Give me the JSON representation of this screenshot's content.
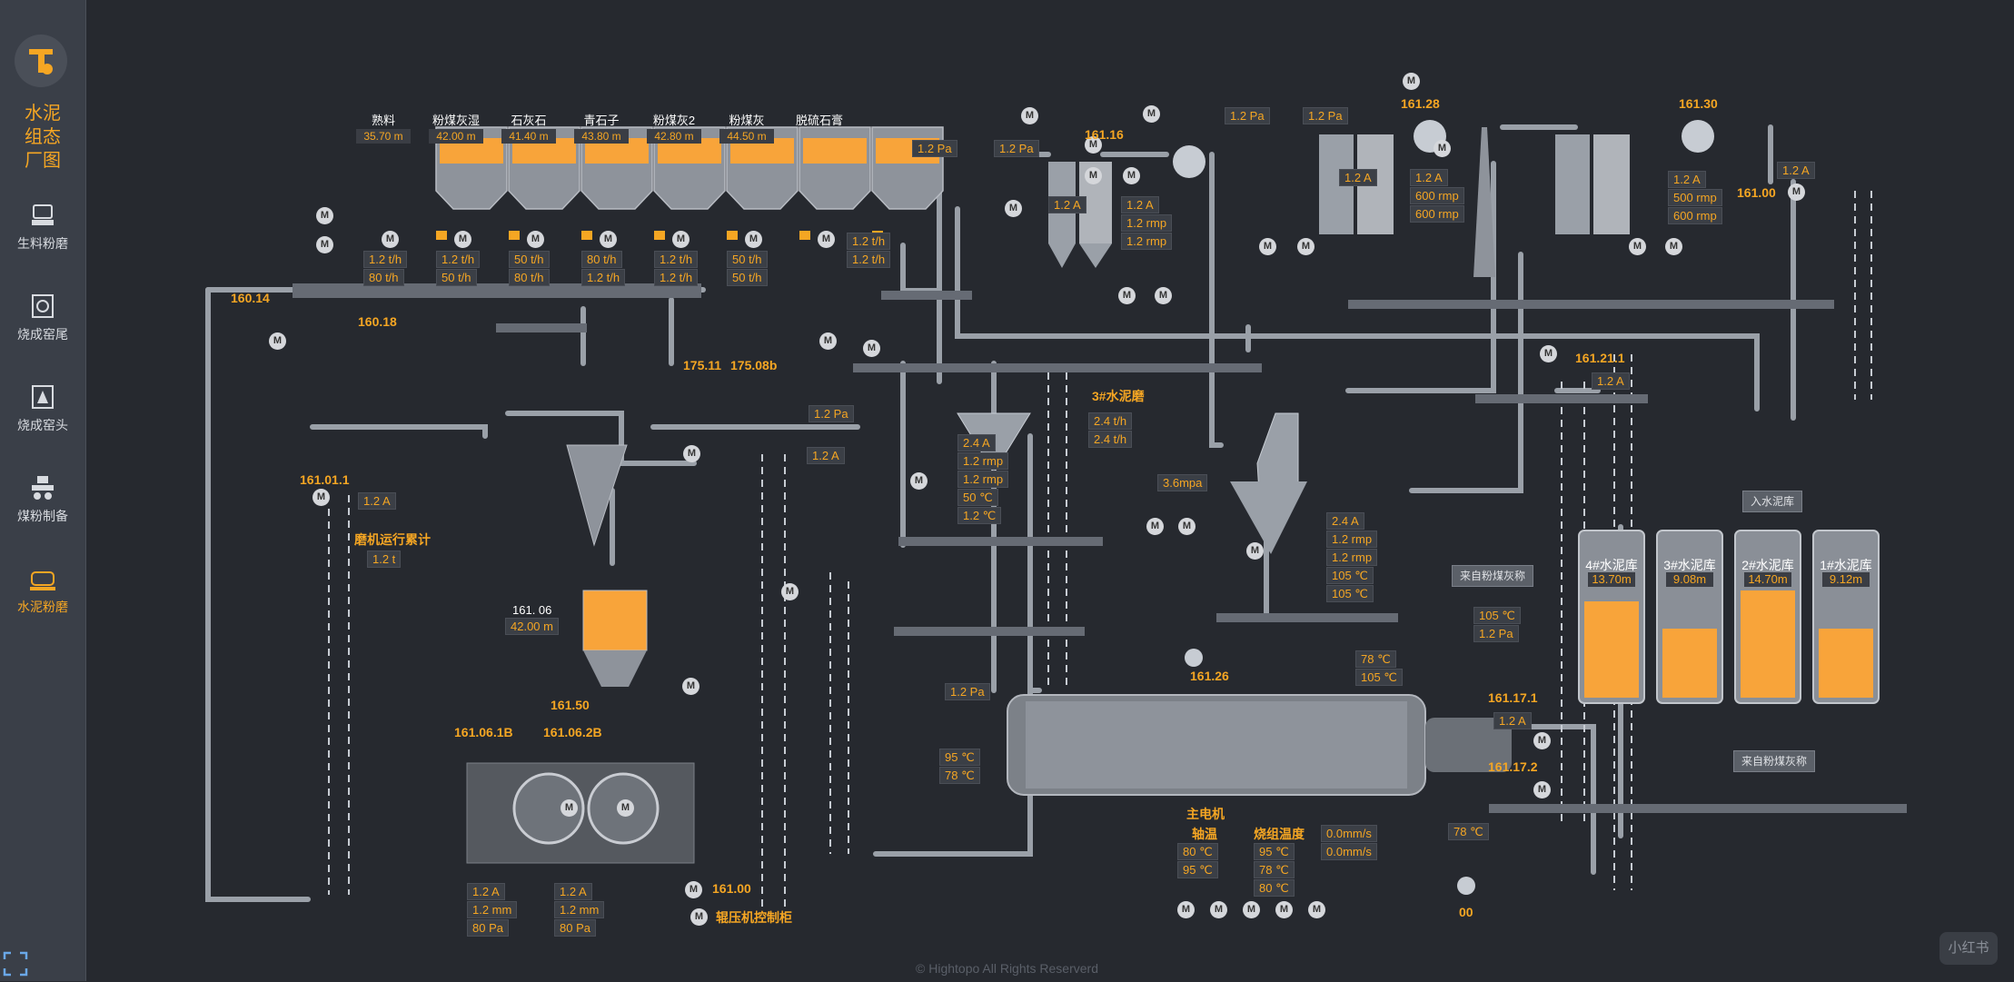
{
  "app": {
    "title": "水泥组态厂图"
  },
  "sidebar": {
    "items": [
      {
        "label": "生料粉磨"
      },
      {
        "label": "烧成窑尾"
      },
      {
        "label": "烧成窑头"
      },
      {
        "label": "煤粉制备"
      },
      {
        "label": "水泥粉磨",
        "active": true
      }
    ]
  },
  "colors": {
    "accent": "#f5a623",
    "background": "#26292f",
    "sidebar": "#3a3f48",
    "pipe": "#9aa0a8",
    "fill": "#f8a43a"
  },
  "hoppers": [
    {
      "name": "熟料",
      "value": "35.70 m",
      "level": 0.7
    },
    {
      "name": "粉煤灰湿",
      "value": "42.00 m",
      "level": 0.7
    },
    {
      "name": "石灰石",
      "value": "41.40 m",
      "level": 0.7
    },
    {
      "name": "青石子",
      "value": "43.80 m",
      "level": 0.7
    },
    {
      "name": "粉煤灰2",
      "value": "42.80 m",
      "level": 0.7
    },
    {
      "name": "粉煤灰",
      "value": "44.50 m",
      "level": 0.7
    },
    {
      "name": "脱硫石膏",
      "value": "",
      "level": 0.7
    }
  ],
  "feeders": {
    "row1": [
      "1.2 t/h",
      "1.2 t/h",
      "50 t/h",
      "80 t/h",
      "1.2 t/h",
      "50 t/h"
    ],
    "row2": [
      "80 t/h",
      "50 t/h",
      "80 t/h",
      "1.2 t/h",
      "1.2 t/h",
      "50 t/h"
    ],
    "right": [
      "1.2 t/h",
      "1.2 t/h"
    ]
  },
  "labels": {
    "l160_14": "160.14",
    "l160_18": "160.18",
    "l175_11": "175.11",
    "l175_08b": "175.08b",
    "l161_01_1": "161.01.1",
    "mill_run": "磨机运行累计",
    "mill_run_val": "1.2 t",
    "bin_name": "161. 06",
    "bin_val": "42.00 m",
    "l161_50": "161.50",
    "l161_06_1b": "161.06.1B",
    "l161_06_2b": "161.06.2B",
    "l161_00": "161.00",
    "roller_ctrl": "辊压机控制柜",
    "l161_16": "161.16",
    "l161_28": "161.28",
    "l161_30": "161.30",
    "l161_00b": "161.00",
    "l161_21_1": "161.21.1",
    "mill3": "3#水泥磨",
    "l161_26": "161.26",
    "l161_17_1": "161.17.1",
    "l161_17_2": "161.17.2",
    "motor": "主电机",
    "bearing": "轴温",
    "winding": "烧组温度",
    "l00": "00"
  },
  "values": {
    "a_161011": "1.2 A",
    "a_mid": "1.2 A",
    "roller_left": [
      "1.2 A",
      "1.2 mm",
      "80 Pa"
    ],
    "roller_right": [
      "1.2 A",
      "1.2 mm",
      "80 Pa"
    ],
    "sep_pa": "1.2 Pa",
    "sep": [
      "2.4 A",
      "1.2 rmp",
      "1.2 rmp",
      "50 ℃",
      "1.2 ℃"
    ],
    "fil1_pa": [
      "1.2 Pa",
      "1.2 Pa"
    ],
    "fil1_a": "1.2 A",
    "fan1": [
      "1.2 A",
      "1.2 rmp",
      "1.2 rmp"
    ],
    "fil2_pa": [
      "1.2 Pa",
      "1.2 Pa"
    ],
    "fil2_a": "1.2 A",
    "fan2": [
      "1.2 A",
      "600 rmp",
      "600 rmp"
    ],
    "fan3": [
      "1.2 A",
      "500 rmp",
      "600 rmp"
    ],
    "fan3_top": "1.2 A",
    "feed": [
      "2.4 t/h",
      "2.4 t/h"
    ],
    "mpa": "3.6mpa",
    "sep2": [
      "2.4 A",
      "1.2 rmp",
      "1.2 rmp",
      "105 ℃",
      "105 ℃"
    ],
    "a_161211": "1.2 A",
    "coal1": [
      "105 ℃",
      "1.2 Pa"
    ],
    "mill_top": [
      "78 ℃",
      "105 ℃"
    ],
    "mill_pa": "1.2 Pa",
    "mill_left": [
      "95 ℃",
      "78 ℃"
    ],
    "a_161171": "1.2 A",
    "mill_right": "78 ℃",
    "bearing": [
      "80 ℃",
      "95 ℃"
    ],
    "winding": [
      "95 ℃",
      "78 ℃",
      "80 ℃"
    ],
    "vib": [
      "0.0mm/s",
      "0.0mm/s"
    ]
  },
  "buttons": {
    "to_store": "入水泥库",
    "coal_a": "来自粉煤灰称",
    "coal_b": "来自粉煤灰称"
  },
  "silos": [
    {
      "name": "4#水泥库",
      "value": "13.70m",
      "level": 0.55
    },
    {
      "name": "3#水泥库",
      "value": "9.08m",
      "level": 0.4
    },
    {
      "name": "2#水泥库",
      "value": "14.70m",
      "level": 0.62
    },
    {
      "name": "1#水泥库",
      "value": "9.12m",
      "level": 0.4
    }
  ],
  "footer": "© Hightopo All Rights Reserverd",
  "badge": "小红书"
}
